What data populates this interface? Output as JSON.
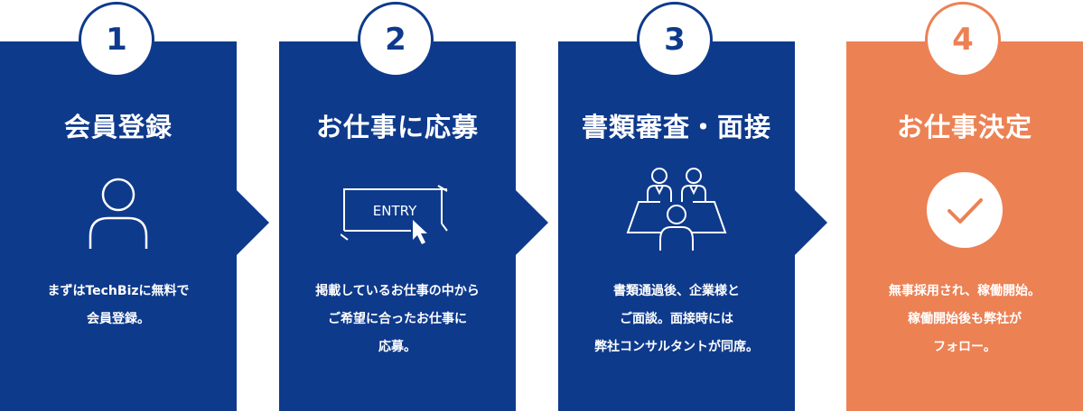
{
  "steps": [
    {
      "number": "1",
      "title": "会員登録",
      "icon": "person-icon",
      "desc": [
        "まずはTechBizに無料で",
        "会員登録。"
      ]
    },
    {
      "number": "2",
      "title": "お仕事に応募",
      "icon": "entry-button-cursor-icon",
      "icon_label": "ENTRY",
      "desc": [
        "掲載しているお仕事の中から",
        "ご希望に合ったお仕事に",
        "応募。"
      ]
    },
    {
      "number": "3",
      "title": "書類審査・面接",
      "icon": "interview-icon",
      "desc": [
        "書類通過後、企業様と",
        "ご面談。面接時には",
        "弊社コンサルタントが同席。"
      ]
    },
    {
      "number": "4",
      "title": "お仕事決定",
      "icon": "check-icon",
      "desc": [
        "無事採用され、稼働開始。",
        "稼働開始後も弊社が",
        "フォロー。"
      ]
    }
  ],
  "colors": {
    "blue": "#0e3a8c",
    "orange": "#ec8154"
  }
}
